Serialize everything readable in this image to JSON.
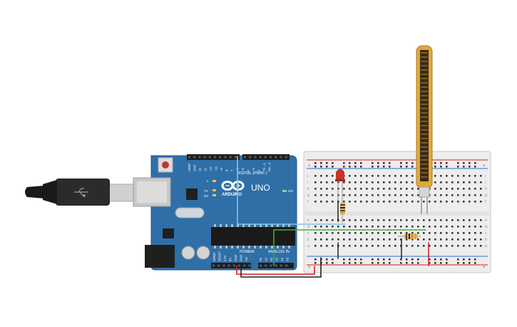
{
  "board": {
    "logo": "ARDUINO",
    "model": "UNO",
    "digital_label": "DIGITAL (PWM~)",
    "power_label": "POWER",
    "analog_label": "ANALOG IN",
    "on_label": "ON",
    "led_l": "L",
    "led_tx": "TX",
    "led_rx": "RX",
    "digital_pins": [
      "AREF",
      "GND",
      "13",
      "12",
      "~11",
      "~10",
      "~9",
      "8",
      "7",
      "~6",
      "~5",
      "4",
      "~3",
      "2",
      "TX→1",
      "RX←0"
    ],
    "power_pins": [
      "IOREF",
      "RESET",
      "3.3V",
      "5V",
      "GND",
      "GND",
      "Vin"
    ],
    "analog_pins": [
      "A0",
      "A1",
      "A2",
      "A3",
      "A4",
      "A5"
    ]
  },
  "breadboard": {
    "row_letters_top": [
      "j",
      "i",
      "h",
      "g",
      "f"
    ],
    "row_letters_bottom": [
      "e",
      "d",
      "c",
      "b",
      "a"
    ],
    "plus": "+",
    "minus": "-"
  },
  "colors": {
    "board_blue": "#2f6fa7",
    "breadboard": "#ededed",
    "wire_red": "#d81e1e",
    "wire_black": "#222222",
    "wire_green": "#3bb23b",
    "wire_cyan": "#7fc7e3",
    "flex_sensor": "#e0a83a",
    "led_red": "#c0392b"
  },
  "icons": {
    "usb_plug": "usb-plug-icon",
    "usb_symbol": "usb-trident-icon",
    "arduino_logo": "infinity-logo-icon"
  }
}
